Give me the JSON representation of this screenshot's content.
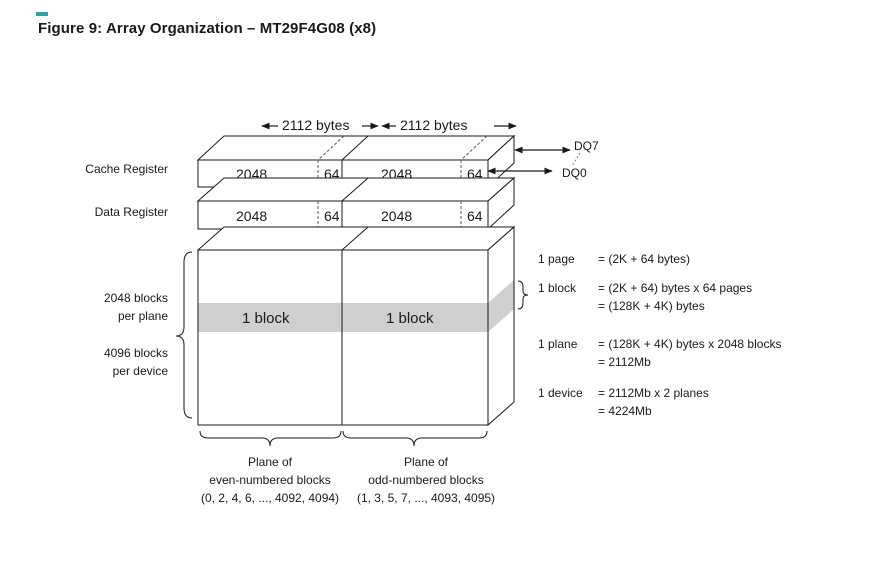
{
  "figure_title": "Figure 9: Array Organization – MT29F4G08 (x8)",
  "top_dims": {
    "left": "2112 bytes",
    "right": "2112 bytes"
  },
  "dq": {
    "high": "DQ7",
    "low": "DQ0"
  },
  "registers": {
    "cache": {
      "label": "Cache Register",
      "cells": [
        "2048",
        "64",
        "2048",
        "64"
      ]
    },
    "data": {
      "label": "Data Register",
      "cells": [
        "2048",
        "64",
        "2048",
        "64"
      ]
    }
  },
  "block_labels": [
    "1 block",
    "1 block"
  ],
  "left_labels": {
    "per_plane": [
      "2048 blocks",
      "per plane"
    ],
    "per_device": [
      "4096 blocks",
      "per device"
    ]
  },
  "planes": [
    {
      "lines": [
        "Plane of",
        "even-numbered blocks",
        "(0, 2, 4, 6, ..., 4092, 4094)"
      ]
    },
    {
      "lines": [
        "Plane of",
        "odd-numbered blocks",
        "(1, 3, 5, 7, ..., 4093, 4095)"
      ]
    }
  ],
  "definitions": [
    {
      "term": "1 page",
      "lines": [
        "= (2K + 64 bytes)"
      ]
    },
    {
      "term": "1 block",
      "lines": [
        "= (2K + 64) bytes x 64 pages",
        "= (128K + 4K) bytes"
      ]
    },
    {
      "term": "1 plane",
      "lines": [
        "= (128K + 4K) bytes x 2048 blocks",
        "= 2112Mb"
      ]
    },
    {
      "term": "1 device",
      "lines": [
        "= 2112Mb x 2 planes",
        "= 4224Mb"
      ]
    }
  ]
}
